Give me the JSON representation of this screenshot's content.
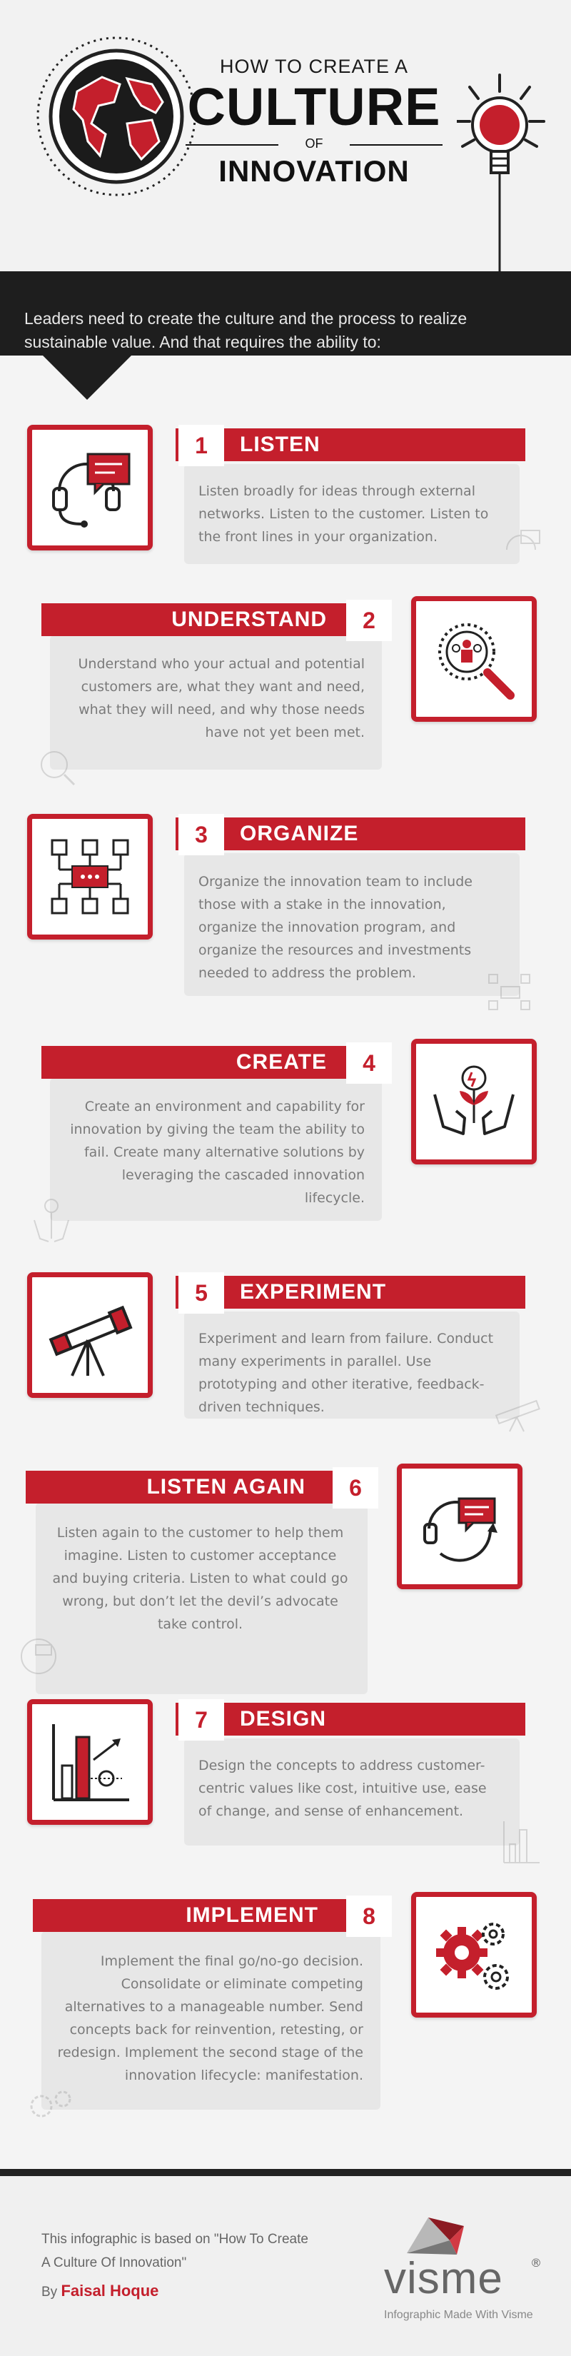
{
  "header": {
    "line1": "HOW TO CREATE A",
    "line2": "CULTURE",
    "line3": "OF",
    "line4": "INNOVATION"
  },
  "intro": {
    "text": "Leaders need to create the culture and the process to realize sustainable value. And that requires the ability to:"
  },
  "steps": [
    {
      "number": "1",
      "title": "LISTEN",
      "icon": "headset-chat-icon",
      "text": "Listen broadly for ideas through external networks. Listen to the customer. Listen to the front lines in your organization."
    },
    {
      "number": "2",
      "title": "UNDERSTAND",
      "icon": "magnifier-people-icon",
      "text": "Understand who your actual and potential customers are, what they want and need, what they will need, and why those needs have not yet been met."
    },
    {
      "number": "3",
      "title": "ORGANIZE",
      "icon": "org-chart-icon",
      "text": "Organize the innovation team to include those with a stake in the innovation, organize the innovation program, and organize the resources and investments needed to address the problem."
    },
    {
      "number": "4",
      "title": "CREATE",
      "icon": "hands-lightbulb-icon",
      "text": "Create an environment and capability for innovation by giving the team the ability to fail. Create many alternative solutions by leveraging the cascaded innovation lifecycle."
    },
    {
      "number": "5",
      "title": "EXPERIMENT",
      "icon": "telescope-icon",
      "text": "Experiment and learn from failure. Conduct many experiments in parallel. Use prototyping and other iterative, feedback-driven techniques."
    },
    {
      "number": "6",
      "title": "LISTEN AGAIN",
      "icon": "headset-cycle-icon",
      "text": "Listen again to the customer to help them imagine. Listen to customer acceptance and buying criteria. Listen to what could go wrong, but don’t let the devil’s advocate take control."
    },
    {
      "number": "7",
      "title": "DESIGN",
      "icon": "chart-target-icon",
      "text": "Design the concepts to address customer-centric values like cost, intuitive use, ease of change, and sense of enhancement."
    },
    {
      "number": "8",
      "title": "IMPLEMENT",
      "icon": "gears-icon",
      "text": "Implement the final go/no-go decision. Consolidate or eliminate competing alternatives to a manageable number. Send concepts back for reinvention, retesting, or redesign. Implement the second stage of the innovation lifecycle: manifestation."
    }
  ],
  "footer": {
    "note": "This infographic is based on \"How To Create A Culture Of Innovation\"",
    "by_label": "By",
    "author": "Faisal Hoque",
    "brand": "visme",
    "brand_reg": "®",
    "brand_tagline": "Infographic Made With Visme"
  },
  "colors": {
    "accent": "#c41f2c",
    "dark": "#1e1e1e",
    "card": "#e7e7e7"
  }
}
